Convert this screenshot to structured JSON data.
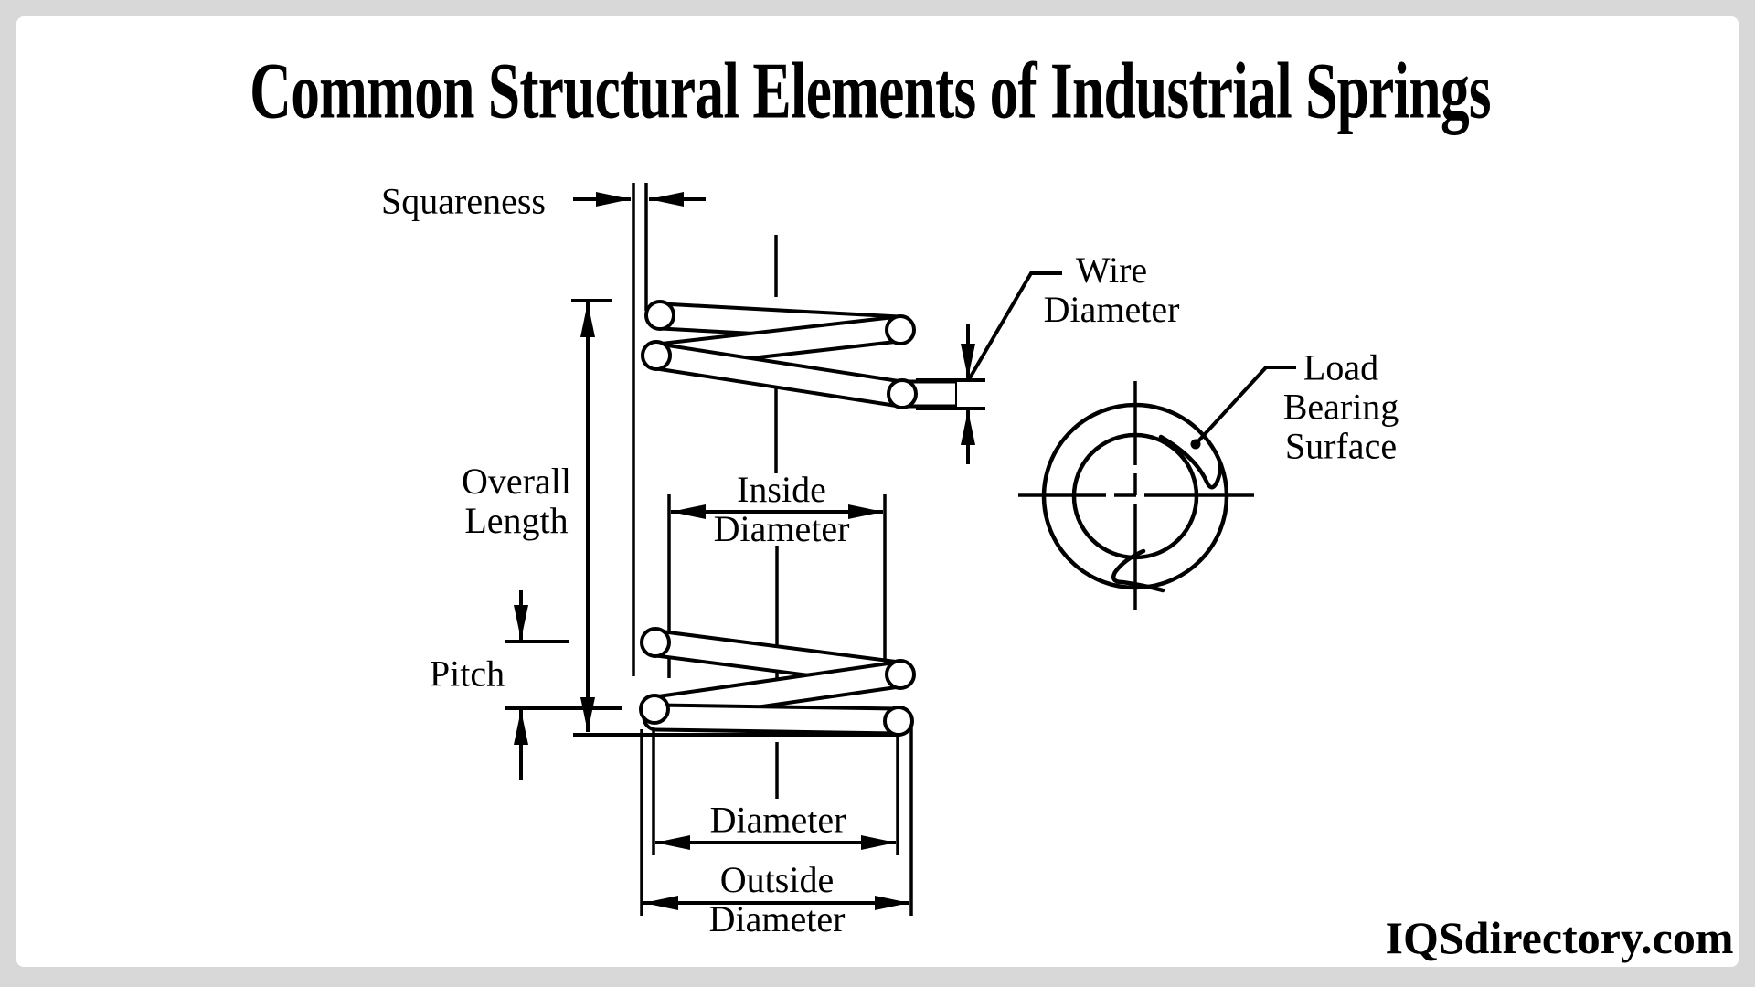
{
  "title": "Common Structural Elements of Industrial Springs",
  "watermark": "IQSdirectory.com",
  "annotations": {
    "squareness": "Squareness",
    "wire_diameter": "Wire\nDiameter",
    "load_bearing_surface": "Load\nBearing\nSurface",
    "overall_length": "Overall\nLength",
    "pitch": "Pitch",
    "inside_diameter": "Inside\nDiameter",
    "mean_diameter": "Diameter",
    "outside_diameter": "Outside\nDiameter"
  },
  "colors": {
    "line": "#000000",
    "background": "#d8d8d8",
    "surface": "#ffffff",
    "text": "#000000"
  }
}
